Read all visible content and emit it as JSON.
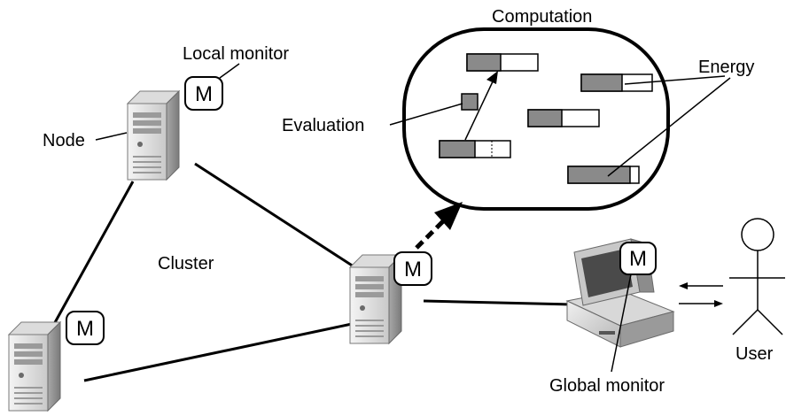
{
  "labels": {
    "computation": "Computation",
    "local_monitor": "Local monitor",
    "node": "Node",
    "evaluation": "Evaluation",
    "energy": "Energy",
    "cluster": "Cluster",
    "user": "User",
    "global_monitor": "Global monitor"
  },
  "monitor_badge": "M",
  "colors": {
    "bar_fill": "#8a8a8a",
    "server_light": "#e8e8e8",
    "server_mid": "#bdbdbd",
    "server_dark": "#8c8c8c",
    "line": "#000000"
  }
}
